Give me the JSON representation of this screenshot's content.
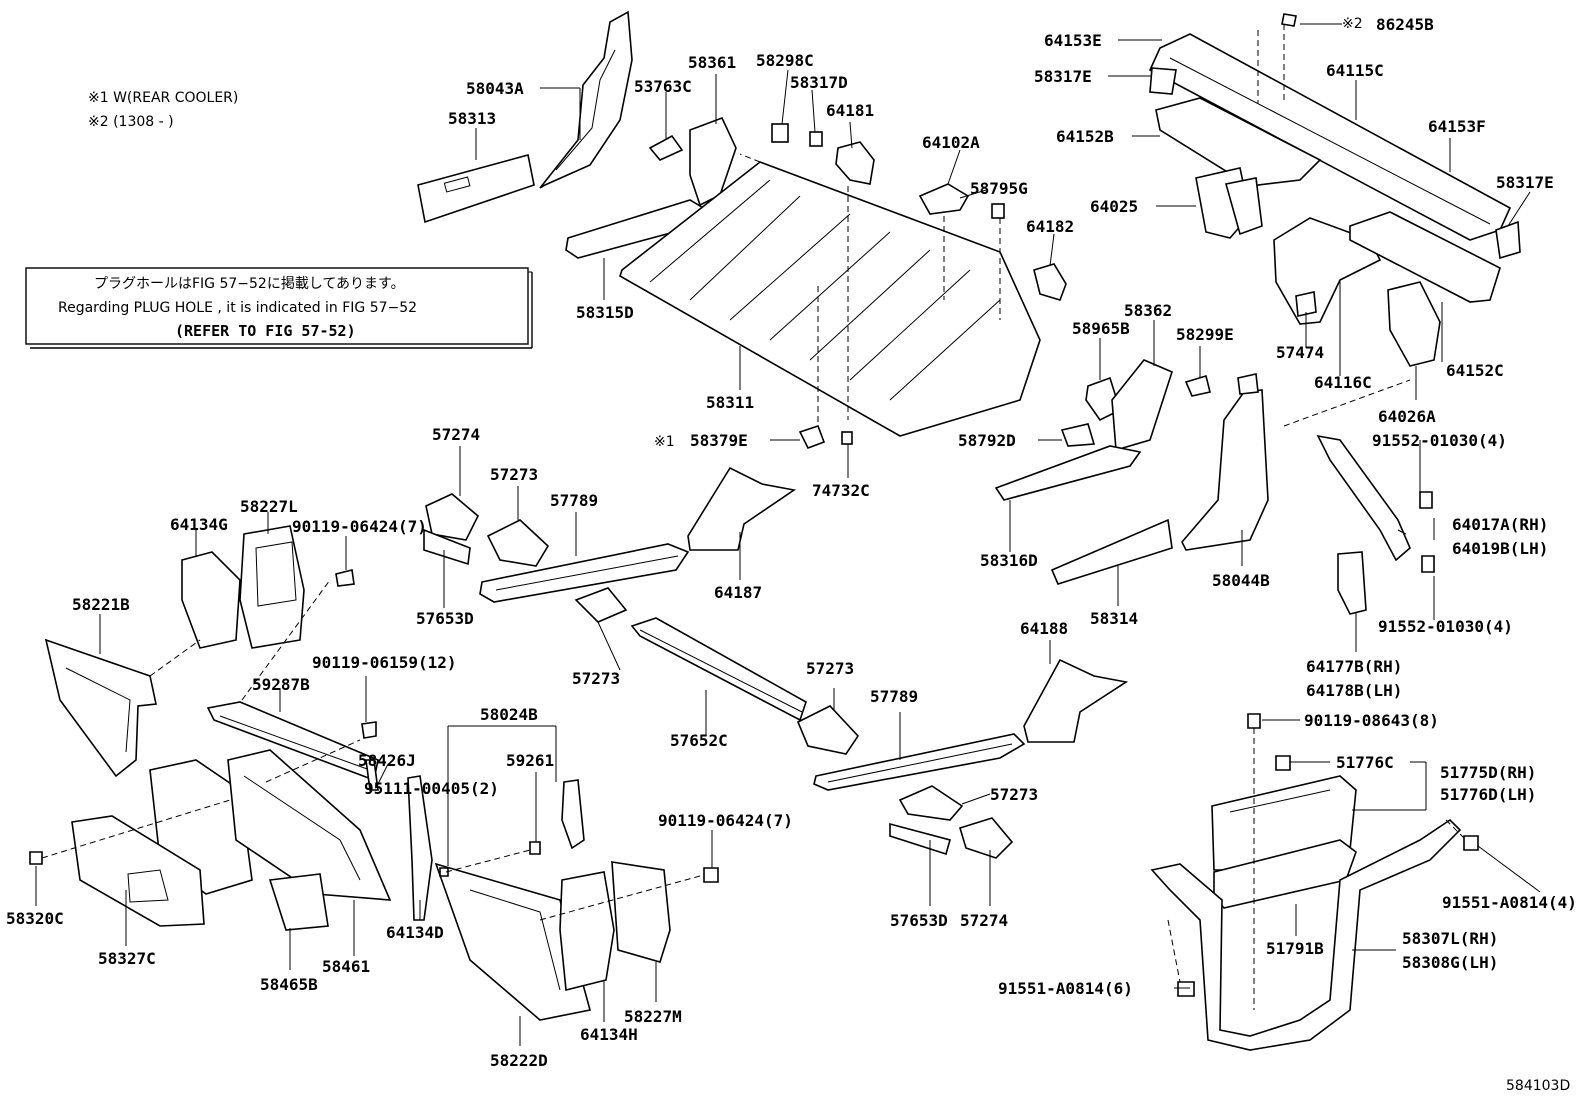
{
  "notes": {
    "note1": "※1 W(REAR COOLER)",
    "note2": "※2 (1308 -     )"
  },
  "notice_box": {
    "line1": "プラグホールはFIG 57−52に掲載してあります。",
    "line2": "Regarding  PLUG  HOLE , it is indicated in FIG  57−52",
    "line3": "(REFER TO FIG 57-52)"
  },
  "figure_code": "584103D",
  "parts": [
    "58043A",
    "58313",
    "53763C",
    "58361",
    "58298C",
    "58317D",
    "64181",
    "64102A",
    "58795G",
    "64182",
    "58315D",
    "58311",
    "58379E",
    "74732C",
    "64153E",
    "58317E",
    "64152B",
    "64025",
    "64115C",
    "64153F",
    "58317E",
    "64116C",
    "64152C",
    "57474",
    "64026A",
    "86245B",
    "58362",
    "58965B",
    "58299E",
    "58792D",
    "58316D",
    "58314",
    "58044B",
    "91552-01030(4)",
    "64017A(RH)",
    "64019B(LH)",
    "91552-01030(4)",
    "64177B(RH)",
    "64178B(LH)",
    "57274",
    "57273",
    "57789",
    "64187",
    "57653D",
    "58227L",
    "64134G",
    "90119-06424(7)",
    "58221B",
    "90119-06159(12)",
    "59287B",
    "58426J",
    "58320C",
    "58327C",
    "58465B",
    "58461",
    "64134D",
    "58024B",
    "59261",
    "95111-00405(2)",
    "57273",
    "57652C",
    "57273",
    "64188",
    "57789",
    "57273",
    "57653D",
    "57274",
    "90119-06424(7)",
    "58227M",
    "64134H",
    "58222D",
    "90119-08643(8)",
    "51776C",
    "51775D(RH)",
    "51776D(LH)",
    "91551-A0814(4)",
    "51791B",
    "58307L(RH)",
    "58308G(LH)",
    "91551-A0814(6)"
  ]
}
